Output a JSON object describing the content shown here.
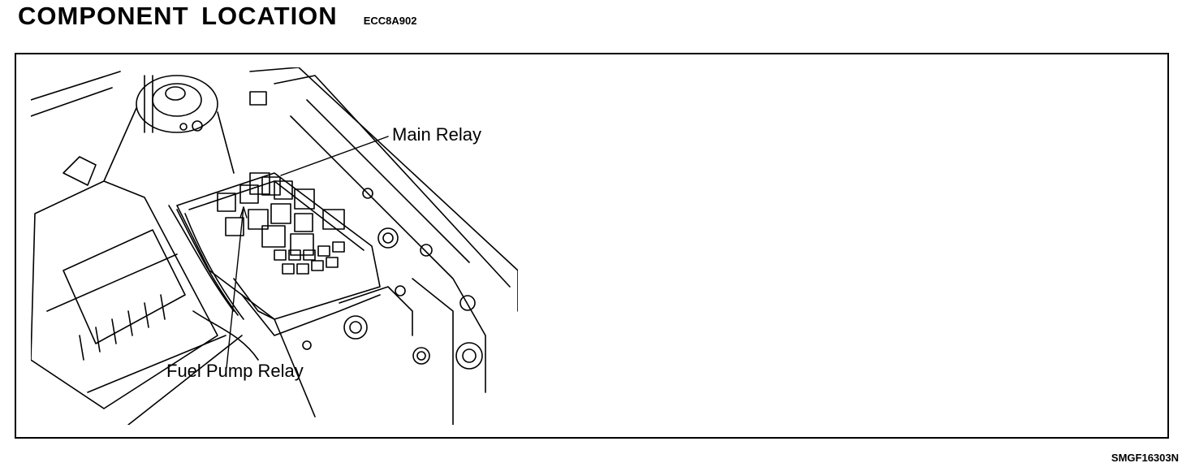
{
  "header": {
    "title": "COMPONENT LOCATION",
    "code": "ECC8A902"
  },
  "figure": {
    "callouts": {
      "main_relay": "Main Relay",
      "fuel_pump_relay": "Fuel Pump Relay"
    },
    "code": "SMGF16303N"
  }
}
